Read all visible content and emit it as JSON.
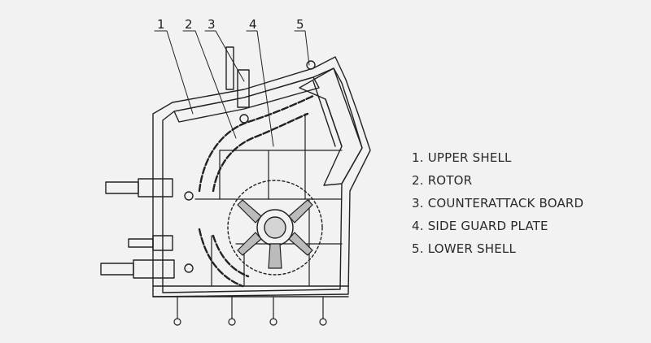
{
  "callouts": [
    "1",
    "2",
    "3",
    "4",
    "5"
  ],
  "legend": [
    {
      "number": "1.",
      "label": "UPPER SHELL"
    },
    {
      "number": "2.",
      "label": "ROTOR"
    },
    {
      "number": "3.",
      "label": "COUNTERATTACK BOARD"
    },
    {
      "number": "4.",
      "label": "SIDE GUARD PLATE"
    },
    {
      "number": "5.",
      "label": "LOWER SHELL"
    }
  ],
  "colors": {
    "background": "#f2f2f2",
    "line": "#222222"
  }
}
